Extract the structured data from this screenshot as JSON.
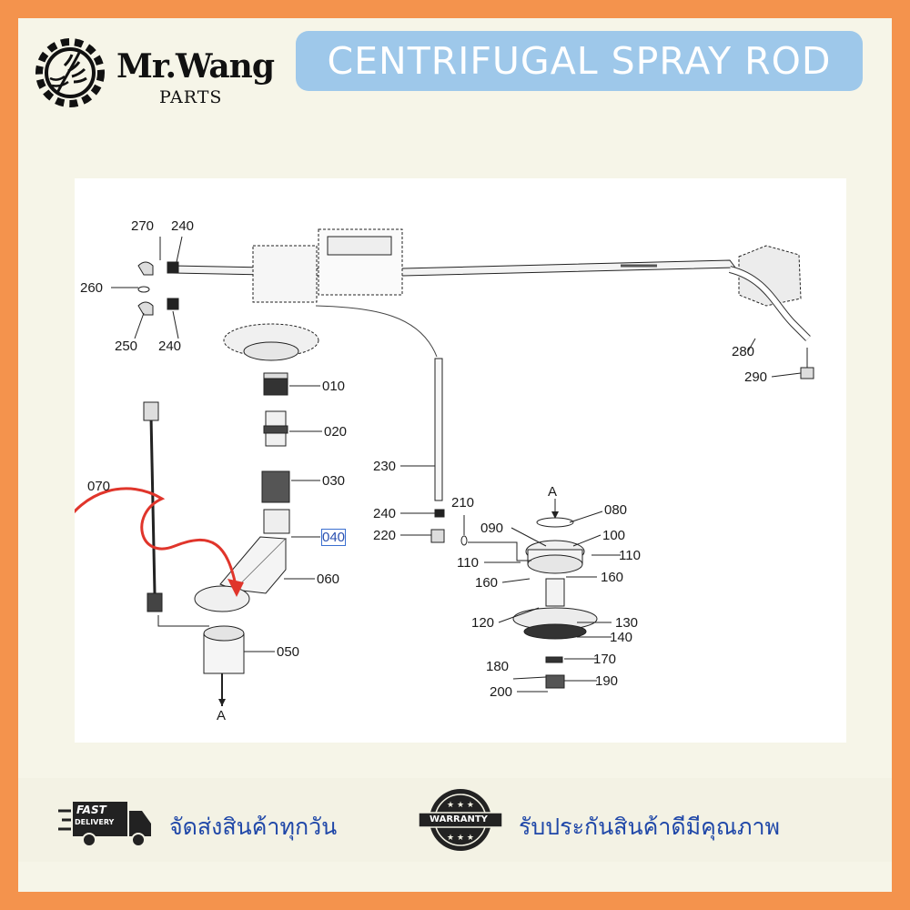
{
  "brand": {
    "name": "Mr.Wang",
    "subtitle": "PARTS"
  },
  "title": "CENTRIFUGAL SPRAY ROD",
  "diagram": {
    "labels": {
      "p270": "270",
      "p240a": "240",
      "p260": "260",
      "p250": "250",
      "p240b": "240",
      "p010": "010",
      "p020": "020",
      "p030": "030",
      "p040": "040",
      "p060": "060",
      "p050": "050",
      "p070": "070",
      "pA_bottom": "A",
      "p230": "230",
      "p280": "280",
      "p290": "290",
      "p240c": "240",
      "p210": "210",
      "p220": "220",
      "pA_top": "A",
      "p080": "080",
      "p090": "090",
      "p100": "100",
      "p110a": "110",
      "p110b": "110",
      "p160a": "160",
      "p160b": "160",
      "p120": "120",
      "p130": "130",
      "p140": "140",
      "p170": "170",
      "p180": "180",
      "p190": "190",
      "p200": "200"
    },
    "highlighted_label": "040",
    "arrow_color": "#e0352b"
  },
  "footer": {
    "delivery_icon_text_1": "FAST",
    "delivery_icon_text_2": "DELIVERY",
    "delivery_text": "จัดส่งสินค้าทุกวัน",
    "warranty_icon_text": "WARRANTY",
    "warranty_text": "รับประกันสินค้าดีมีคุณภาพ"
  },
  "colors": {
    "frame": "#f4934d",
    "background": "#f6f5e8",
    "title_pill": "#9ec8ea",
    "footer_text": "#1f47a8"
  }
}
